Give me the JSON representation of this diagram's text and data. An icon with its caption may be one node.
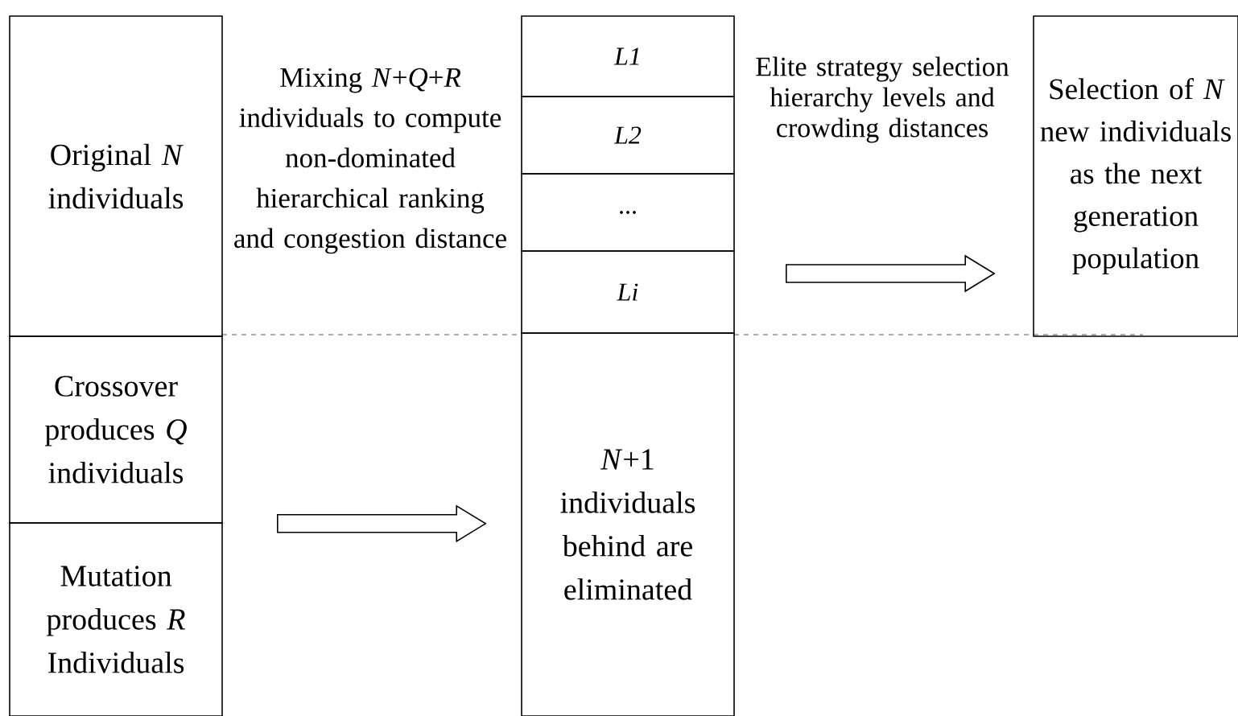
{
  "diagram": {
    "nodes": [
      {
        "text": [
          "Original *N* individuals"
        ]
      },
      {
        "text": [
          "Crossover produces *Q* individuals"
        ]
      },
      {
        "text": [
          "Mutation produces *R* Individuals"
        ]
      },
      {
        "text": [
          "*L1*"
        ]
      },
      {
        "text": [
          "*L2*"
        ]
      },
      {
        "text": [
          "..."
        ]
      },
      {
        "text": [
          "*Li*"
        ]
      },
      {
        "text": [
          "*N*+1 individuals behind are eliminated"
        ]
      },
      {
        "text": [
          "Selection of *N* new individuals as the next generation population"
        ]
      }
    ],
    "edges": [
      {
        "from": 1,
        "to": 7,
        "arrow": "to"
      },
      {
        "from": 2,
        "to": 7,
        "arrow": "to"
      },
      {
        "from": 6,
        "to": 8,
        "arrow": "to"
      }
    ],
    "labels": [
      "Mixing *N*+*Q*+*R* individuals to compute non-dominated hierarchical ranking and congestion distance",
      "Elite strategy selection hierarchy levels and crowding distances"
    ]
  }
}
